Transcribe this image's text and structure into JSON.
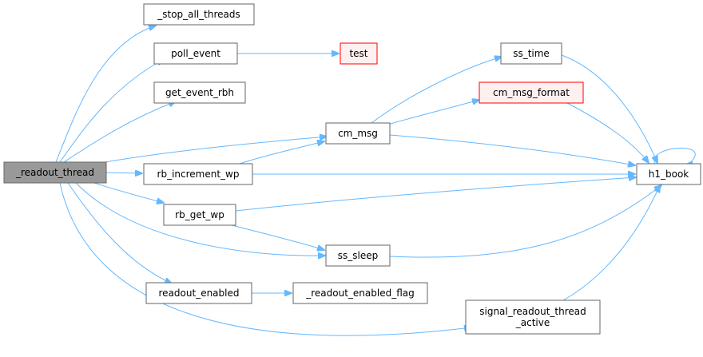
{
  "colors": {
    "edge": "#63b8ff",
    "node_border": "#666666",
    "node_fill": "#ffffff",
    "root_fill": "#999999",
    "root_border": "#666666",
    "highlight_fill": "#fff0f0",
    "highlight_border": "#ff0000"
  },
  "nodes": {
    "readout_thread": {
      "lines": [
        "_readout_thread"
      ]
    },
    "stop_all_threads": {
      "lines": [
        "_stop_all_threads"
      ]
    },
    "poll_event": {
      "lines": [
        "poll_event"
      ]
    },
    "test": {
      "lines": [
        "test"
      ]
    },
    "get_event_rbh": {
      "lines": [
        "get_event_rbh"
      ]
    },
    "ss_time": {
      "lines": [
        "ss_time"
      ]
    },
    "cm_msg_format": {
      "lines": [
        "cm_msg_format"
      ]
    },
    "cm_msg": {
      "lines": [
        "cm_msg"
      ]
    },
    "rb_increment_wp": {
      "lines": [
        "rb_increment_wp"
      ]
    },
    "h1_book": {
      "lines": [
        "h1_book"
      ]
    },
    "rb_get_wp": {
      "lines": [
        "rb_get_wp"
      ]
    },
    "ss_sleep": {
      "lines": [
        "ss_sleep"
      ]
    },
    "readout_enabled": {
      "lines": [
        "readout_enabled"
      ]
    },
    "readout_enabled_flag": {
      "lines": [
        "_readout_enabled_flag"
      ]
    },
    "signal_readout_thread_active": {
      "lines": [
        "signal_readout_thread",
        "_active"
      ]
    }
  },
  "edges": [
    [
      "readout_thread",
      "stop_all_threads"
    ],
    [
      "readout_thread",
      "poll_event"
    ],
    [
      "readout_thread",
      "get_event_rbh"
    ],
    [
      "readout_thread",
      "cm_msg"
    ],
    [
      "readout_thread",
      "rb_increment_wp"
    ],
    [
      "readout_thread",
      "rb_get_wp"
    ],
    [
      "readout_thread",
      "ss_sleep"
    ],
    [
      "readout_thread",
      "readout_enabled"
    ],
    [
      "readout_thread",
      "signal_readout_thread_active"
    ],
    [
      "poll_event",
      "test"
    ],
    [
      "cm_msg",
      "ss_time"
    ],
    [
      "cm_msg",
      "cm_msg_format"
    ],
    [
      "cm_msg",
      "h1_book"
    ],
    [
      "ss_time",
      "h1_book"
    ],
    [
      "cm_msg_format",
      "h1_book"
    ],
    [
      "rb_increment_wp",
      "cm_msg"
    ],
    [
      "rb_increment_wp",
      "h1_book"
    ],
    [
      "rb_get_wp",
      "h1_book"
    ],
    [
      "rb_get_wp",
      "ss_sleep"
    ],
    [
      "ss_sleep",
      "h1_book"
    ],
    [
      "readout_enabled",
      "readout_enabled_flag"
    ],
    [
      "signal_readout_thread_active",
      "h1_book"
    ],
    [
      "h1_book",
      "h1_book"
    ]
  ]
}
